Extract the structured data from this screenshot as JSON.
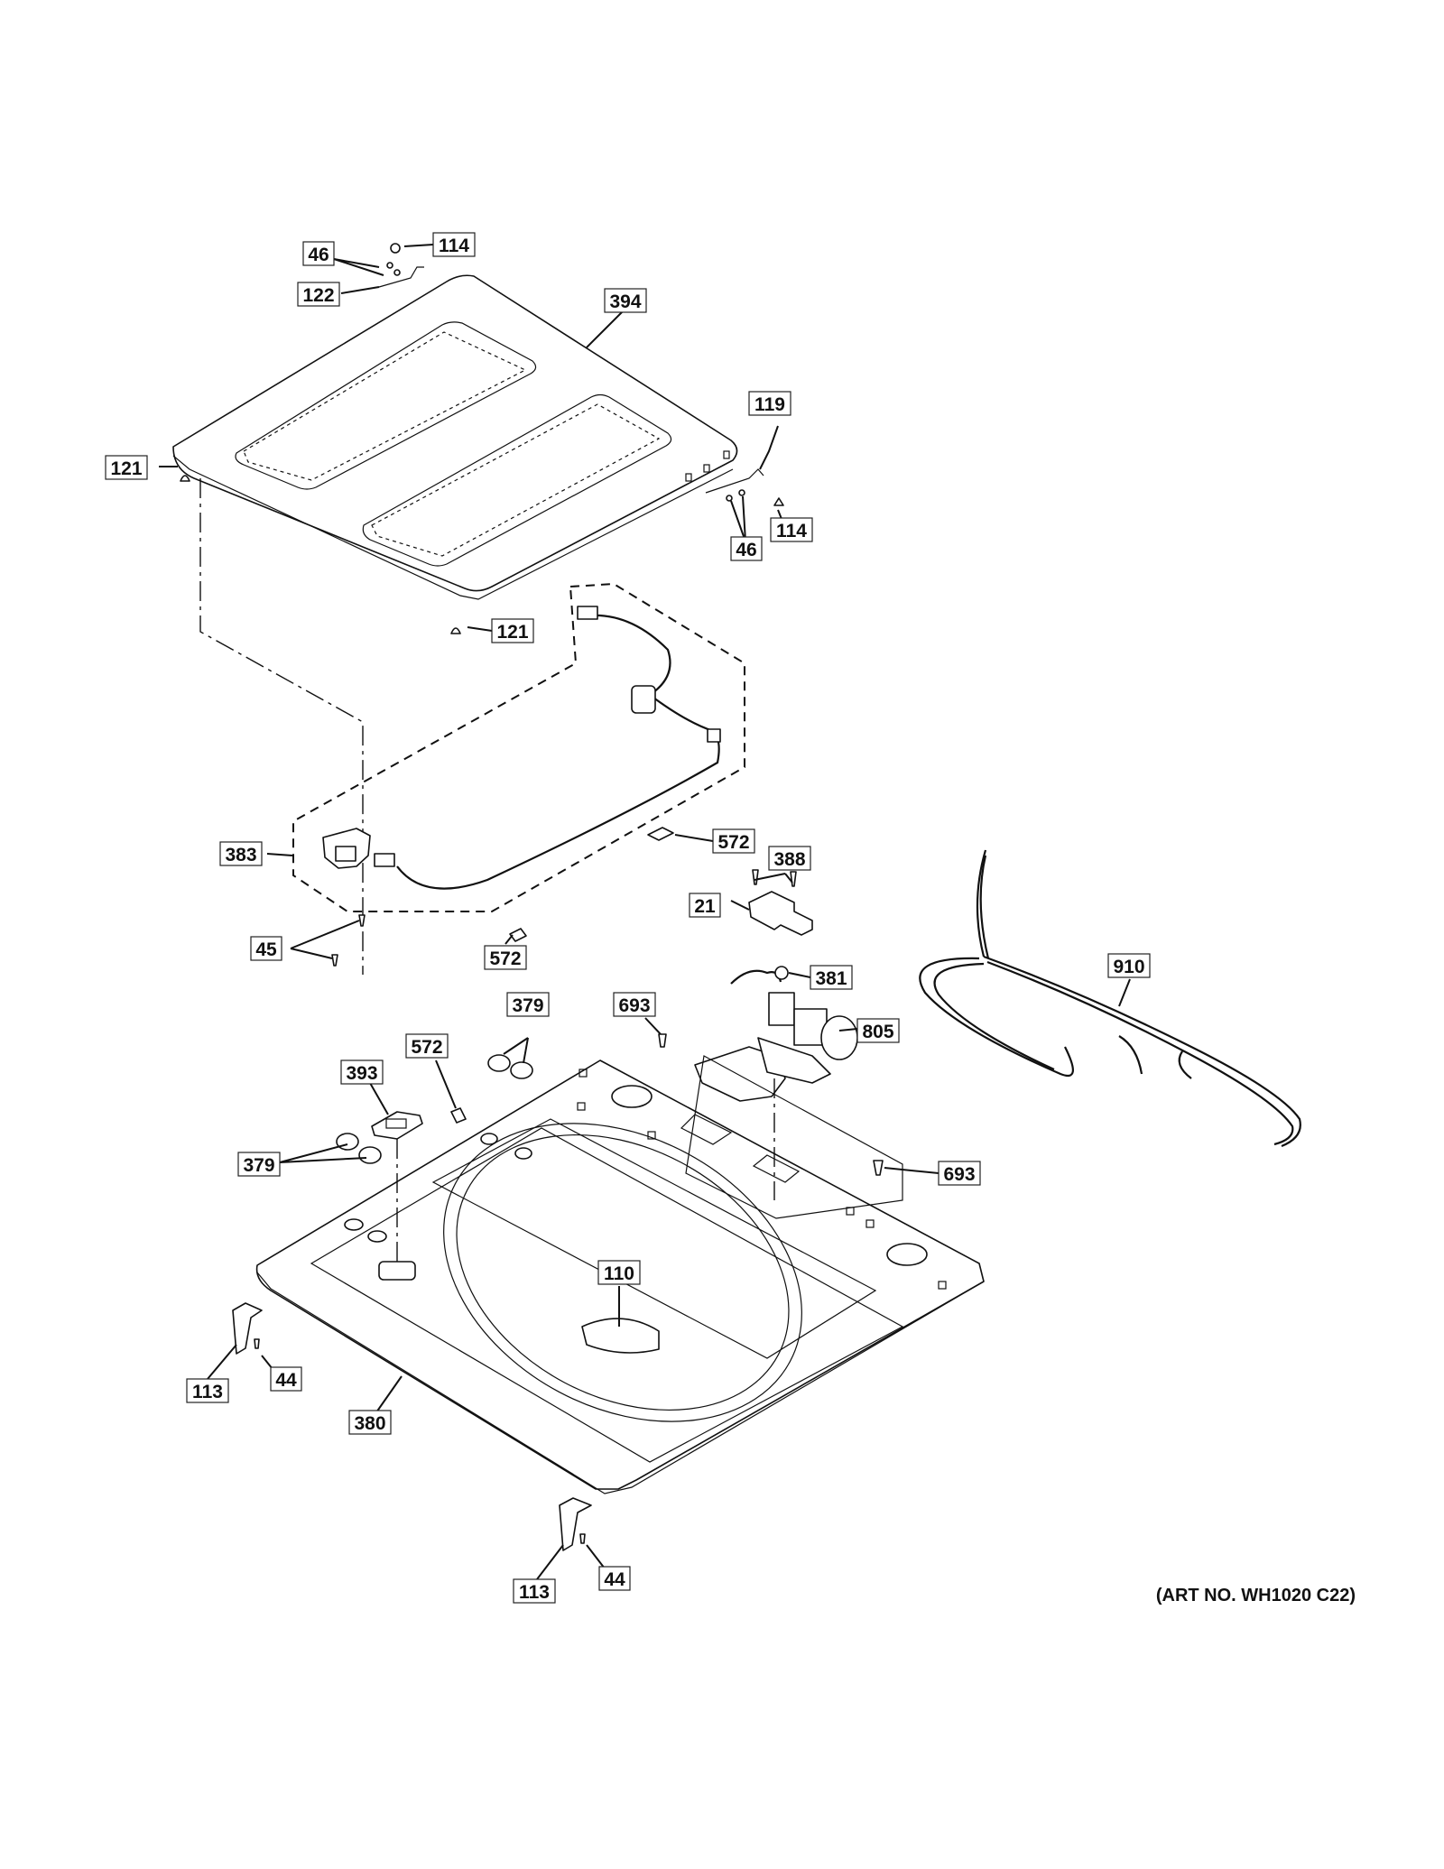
{
  "callouts": [
    {
      "id": "c-46-top",
      "text": "46"
    },
    {
      "id": "c-114-top",
      "text": "114"
    },
    {
      "id": "c-122",
      "text": "122"
    },
    {
      "id": "c-394",
      "text": "394"
    },
    {
      "id": "c-119",
      "text": "119"
    },
    {
      "id": "c-121-left",
      "text": "121"
    },
    {
      "id": "c-46-right",
      "text": "46"
    },
    {
      "id": "c-114-right",
      "text": "114"
    },
    {
      "id": "c-121-mid",
      "text": "121"
    },
    {
      "id": "c-383",
      "text": "383"
    },
    {
      "id": "c-572-right",
      "text": "572"
    },
    {
      "id": "c-388",
      "text": "388"
    },
    {
      "id": "c-21",
      "text": "21"
    },
    {
      "id": "c-45",
      "text": "45"
    },
    {
      "id": "c-572-lower",
      "text": "572"
    },
    {
      "id": "c-381",
      "text": "381"
    },
    {
      "id": "c-910",
      "text": "910"
    },
    {
      "id": "c-379-top",
      "text": "379"
    },
    {
      "id": "c-693-top",
      "text": "693"
    },
    {
      "id": "c-805",
      "text": "805"
    },
    {
      "id": "c-572-left",
      "text": "572"
    },
    {
      "id": "c-393",
      "text": "393"
    },
    {
      "id": "c-379-left",
      "text": "379"
    },
    {
      "id": "c-693-right",
      "text": "693"
    },
    {
      "id": "c-110",
      "text": "110"
    },
    {
      "id": "c-113-left",
      "text": "113"
    },
    {
      "id": "c-44-left",
      "text": "44"
    },
    {
      "id": "c-380",
      "text": "380"
    },
    {
      "id": "c-113-bottom",
      "text": "113"
    },
    {
      "id": "c-44-bottom",
      "text": "44"
    }
  ],
  "art_number": "(ART NO. WH1020 C22)"
}
